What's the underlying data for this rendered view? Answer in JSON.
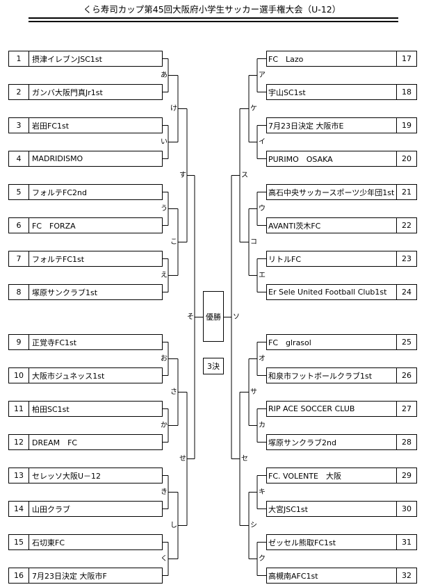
{
  "title": "くら寿司カップ第45回大阪府小学生サッカー選手権大会（U-12）",
  "left_teams": [
    {
      "num": "1",
      "name": "摂津イレブンJSC1st"
    },
    {
      "num": "2",
      "name": "ガンバ大阪門真Jr1st"
    },
    {
      "num": "3",
      "name": "岩田FC1st"
    },
    {
      "num": "4",
      "name": "MADRIDISMO"
    },
    {
      "num": "5",
      "name": "フォルテFC2nd"
    },
    {
      "num": "6",
      "name": "FC　FORZA"
    },
    {
      "num": "7",
      "name": "フォルテFC1st"
    },
    {
      "num": "8",
      "name": "塚原サンクラブ1st"
    },
    {
      "num": "9",
      "name": "正覚寺FC1st"
    },
    {
      "num": "10",
      "name": "大阪市ジュネッス1st"
    },
    {
      "num": "11",
      "name": "柏田SC1st"
    },
    {
      "num": "12",
      "name": "DREAM　FC"
    },
    {
      "num": "13",
      "name": "セレッソ大阪U－12"
    },
    {
      "num": "14",
      "name": "山田クラブ"
    },
    {
      "num": "15",
      "name": "石切東FC"
    },
    {
      "num": "16",
      "name": "7月23日決定 大阪市F"
    }
  ],
  "right_teams": [
    {
      "num": "17",
      "name": "FC　Lazo"
    },
    {
      "num": "18",
      "name": "宇山SC1st"
    },
    {
      "num": "19",
      "name": "7月23日決定 大阪市E"
    },
    {
      "num": "20",
      "name": "PURIMO　OSAKA"
    },
    {
      "num": "21",
      "name": "高石中央サッカースポーツ少年団1st"
    },
    {
      "num": "22",
      "name": "AVANTI茨木FC"
    },
    {
      "num": "23",
      "name": "リトルFC"
    },
    {
      "num": "24",
      "name": "Er Sele United Football Club1st"
    },
    {
      "num": "25",
      "name": "FC　glrasol"
    },
    {
      "num": "26",
      "name": "和泉市フットボールクラブ1st"
    },
    {
      "num": "27",
      "name": "RIP ACE SOCCER CLUB"
    },
    {
      "num": "28",
      "name": "塚原サンクラブ2nd"
    },
    {
      "num": "29",
      "name": "FC. VOLENTE　大阪"
    },
    {
      "num": "30",
      "name": "大宮JSC1st"
    },
    {
      "num": "31",
      "name": "ゼッセル熊取FC1st"
    },
    {
      "num": "32",
      "name": "高槻南AFC1st"
    }
  ],
  "left_labels": {
    "r1": [
      "あ",
      "い",
      "う",
      "え",
      "お",
      "か",
      "き",
      "く"
    ],
    "r2": [
      "け",
      "こ",
      "さ",
      "し"
    ],
    "r3": [
      "す",
      "せ"
    ],
    "r4": "そ"
  },
  "right_labels": {
    "r1": [
      "ア",
      "イ",
      "ウ",
      "エ",
      "オ",
      "カ",
      "キ",
      "ク"
    ],
    "r2": [
      "ケ",
      "コ",
      "サ",
      "シ"
    ],
    "r3": [
      "ス",
      "セ"
    ],
    "r4": "ソ"
  },
  "final_label": "優勝",
  "third_label": "3決"
}
